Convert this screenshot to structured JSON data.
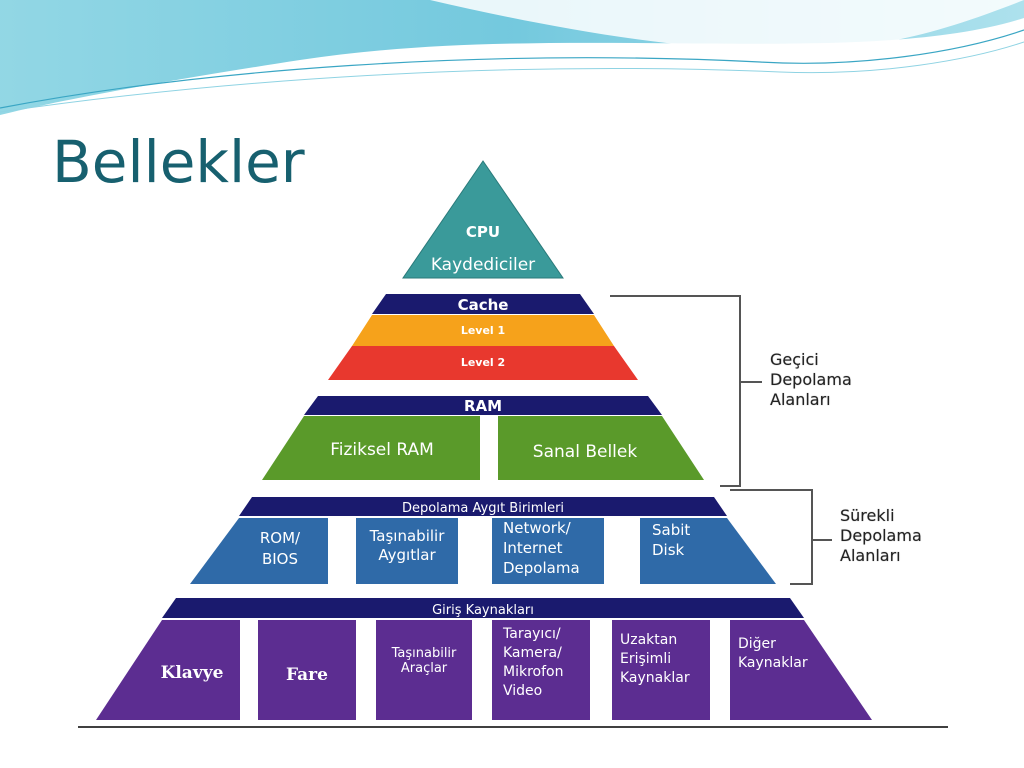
{
  "slide": {
    "title": "Bellekler"
  },
  "colors": {
    "title": "#17606f",
    "navy": "#1a1a6e",
    "teal": "#3a9a9a",
    "orange": "#f6a21b",
    "red": "#e8382e",
    "green": "#5a9a2a",
    "blue": "#2f6aa8",
    "purple": "#5c2d91"
  },
  "pyramid": {
    "cpu": {
      "title": "CPU",
      "subtitle": "Kaydediciler"
    },
    "cache": {
      "header": "Cache",
      "level1": "Level 1",
      "level2": "Level 2"
    },
    "ram": {
      "header": "RAM",
      "physical": "Fiziksel RAM",
      "virtual": "Sanal Bellek"
    },
    "storage": {
      "header": "Depolama Aygıt Birimleri",
      "items": [
        {
          "lines": [
            "ROM/",
            "BIOS"
          ]
        },
        {
          "lines": [
            "Taşınabilir",
            "Aygıtlar"
          ]
        },
        {
          "lines": [
            "Network/",
            "Internet",
            "Depolama"
          ]
        },
        {
          "lines": [
            "Sabit",
            "Disk"
          ]
        }
      ]
    },
    "input": {
      "header": "Giriş Kaynakları",
      "items": [
        {
          "lines": [
            "Klavye"
          ]
        },
        {
          "lines": [
            "Fare"
          ]
        },
        {
          "lines": [
            "Taşınabilir",
            "Araçlar"
          ]
        },
        {
          "lines": [
            "Tarayıcı/",
            "Kamera/",
            "Mikrofon",
            "Video"
          ]
        },
        {
          "lines": [
            "Uzaktan",
            "Erişimli",
            "Kaynaklar"
          ]
        },
        {
          "lines": [
            "Diğer",
            "Kaynaklar"
          ]
        }
      ]
    }
  },
  "labels": {
    "temporary": [
      "Geçici",
      "Depolama",
      "Alanları"
    ],
    "permanent": [
      "Sürekli",
      "Depolama",
      "Alanları"
    ]
  }
}
